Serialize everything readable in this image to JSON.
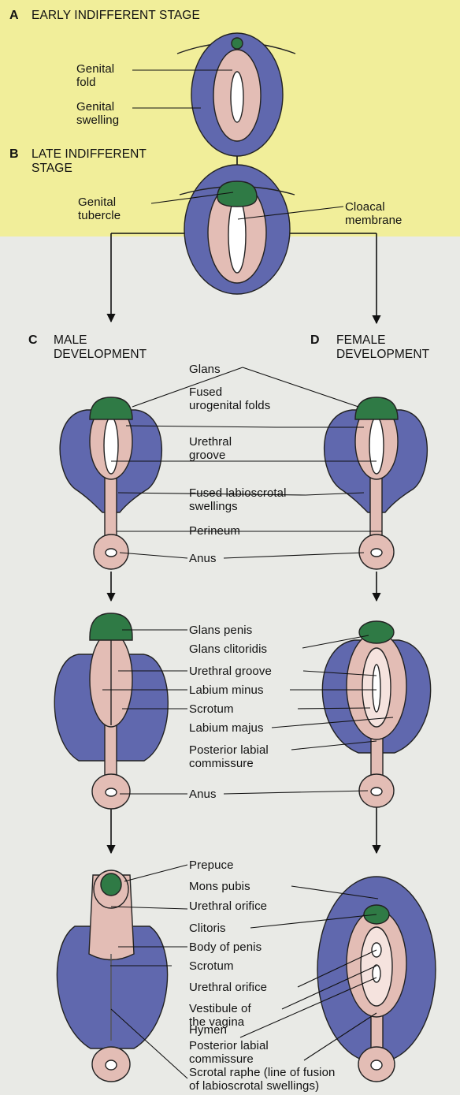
{
  "sections": {
    "a": {
      "letter": "A",
      "title": "EARLY INDIFFERENT STAGE"
    },
    "b": {
      "letter": "B",
      "title_line1": "LATE INDIFFERENT",
      "title_line2": "STAGE"
    },
    "c": {
      "letter": "C",
      "title_line1": "MALE",
      "title_line2": "DEVELOPMENT"
    },
    "d": {
      "letter": "D",
      "title_line1": "FEMALE",
      "title_line2": "DEVELOPMENT"
    }
  },
  "labels": {
    "genital_fold": "Genital\nfold",
    "genital_swelling": "Genital\nswelling",
    "genital_tubercle": "Genital\ntubercle",
    "cloacal_membrane": "Cloacal\nmembrane",
    "glans": "Glans",
    "fused_urogenital_folds": "Fused\nurogenital folds",
    "urethral_groove": "Urethral\ngroove",
    "fused_labioscrotal_swellings": "Fused labioscrotal\nswellings",
    "perineum": "Perineum",
    "anus_1": "Anus",
    "glans_penis": "Glans penis",
    "glans_clitoridis": "Glans clitoridis",
    "urethral_groove_2": "Urethral groove",
    "labium_minus": "Labium minus",
    "scrotum_1": "Scrotum",
    "labium_majus": "Labium majus",
    "posterior_labial_commissure_1": "Posterior labial\ncommissure",
    "anus_2": "Anus",
    "prepuce": "Prepuce",
    "mons_pubis": "Mons pubis",
    "urethral_orifice_1": "Urethral orifice",
    "clitoris": "Clitoris",
    "body_of_penis": "Body of penis",
    "scrotum_2": "Scrotum",
    "urethral_orifice_2": "Urethral orifice",
    "vestibule": "Vestibule of\nthe vagina",
    "hymen": "Hymen",
    "posterior_labial_commissure_2": "Posterior labial\ncommissure",
    "scrotal_raphe": "Scrotal raphe (line of fusion\nof labioscrotal swellings)"
  },
  "colors": {
    "swelling_blue": "#6068ae",
    "fold_pink": "#e3bdb5",
    "tubercle_green": "#2f7a45",
    "page_top": "#f1ee9a",
    "page_bottom": "#e9eae6",
    "ink": "#111111"
  }
}
